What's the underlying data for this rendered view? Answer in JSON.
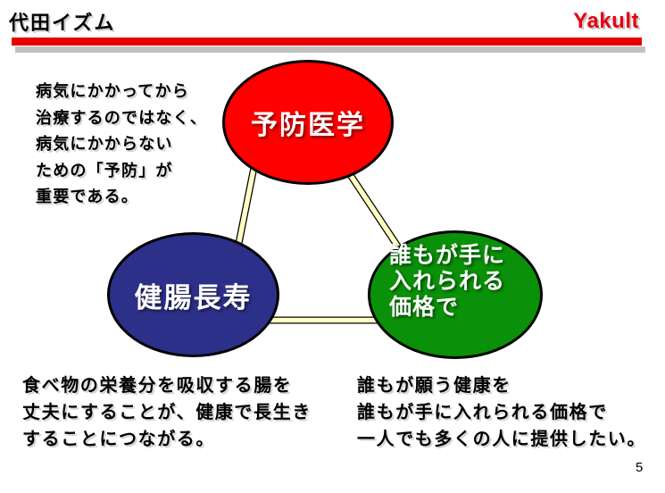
{
  "page": {
    "title": "代田イズム",
    "logo_text": "Yakult",
    "page_number": "5"
  },
  "colors": {
    "title_bar_red": "#E60000",
    "title_bar_shadow_gray": "#C1C1C1",
    "logo_red": "#E60012",
    "ellipse_red": "#FF0000",
    "ellipse_blue": "#2D3088",
    "ellipse_green": "#0A9109",
    "ellipse_outline": "#000000",
    "connector_yellow": "#FFFFC2",
    "connector_outline": "#000000"
  },
  "diagram": {
    "red_ellipse": {
      "label": "予防医学"
    },
    "blue_ellipse": {
      "label": "健腸長寿"
    },
    "green_ellipse": {
      "lines": [
        "誰もが手に",
        "入れられる",
        "価格で"
      ]
    }
  },
  "notes": {
    "top_left": {
      "lines": [
        "病気にかかってから",
        "治療するのではなく、",
        "病気にかからない",
        "ための「予防」が",
        "重要である。"
      ]
    },
    "bottom_left": {
      "lines": [
        "食べ物の栄養分を吸収する腸を",
        "丈夫にすることが、健康で長生き",
        "することにつながる。"
      ]
    },
    "bottom_right": {
      "lines": [
        "誰もが願う健康を",
        "誰もが手に入れられる価格で",
        "一人でも多くの人に提供したい。"
      ]
    }
  }
}
